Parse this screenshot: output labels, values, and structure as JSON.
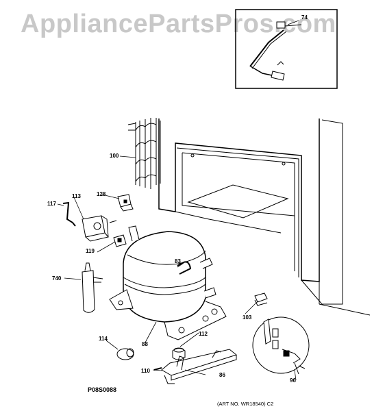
{
  "watermark": "AppliancePartsPros.com",
  "diagram_code": "P08S0088",
  "art_number": "(ART NO. WR18540) C2",
  "parts": [
    {
      "id": "p74",
      "label": "74",
      "name": "part-74-label"
    },
    {
      "id": "p100",
      "label": "100",
      "name": "part-100-label"
    },
    {
      "id": "p128",
      "label": "128",
      "name": "part-128-label"
    },
    {
      "id": "p113",
      "label": "113",
      "name": "part-113-label"
    },
    {
      "id": "p117",
      "label": "117",
      "name": "part-117-label"
    },
    {
      "id": "p119",
      "label": "119",
      "name": "part-119-label"
    },
    {
      "id": "p83",
      "label": "83",
      "name": "part-83-label"
    },
    {
      "id": "p740",
      "label": "740",
      "name": "part-740-label"
    },
    {
      "id": "p103",
      "label": "103",
      "name": "part-103-label"
    },
    {
      "id": "p88",
      "label": "88",
      "name": "part-88-label"
    },
    {
      "id": "p114",
      "label": "114",
      "name": "part-114-label"
    },
    {
      "id": "p112",
      "label": "112",
      "name": "part-112-label"
    },
    {
      "id": "p110",
      "label": "110",
      "name": "part-110-label"
    },
    {
      "id": "p86",
      "label": "86",
      "name": "part-86-label"
    },
    {
      "id": "p96",
      "label": "96",
      "name": "part-96-label"
    }
  ]
}
